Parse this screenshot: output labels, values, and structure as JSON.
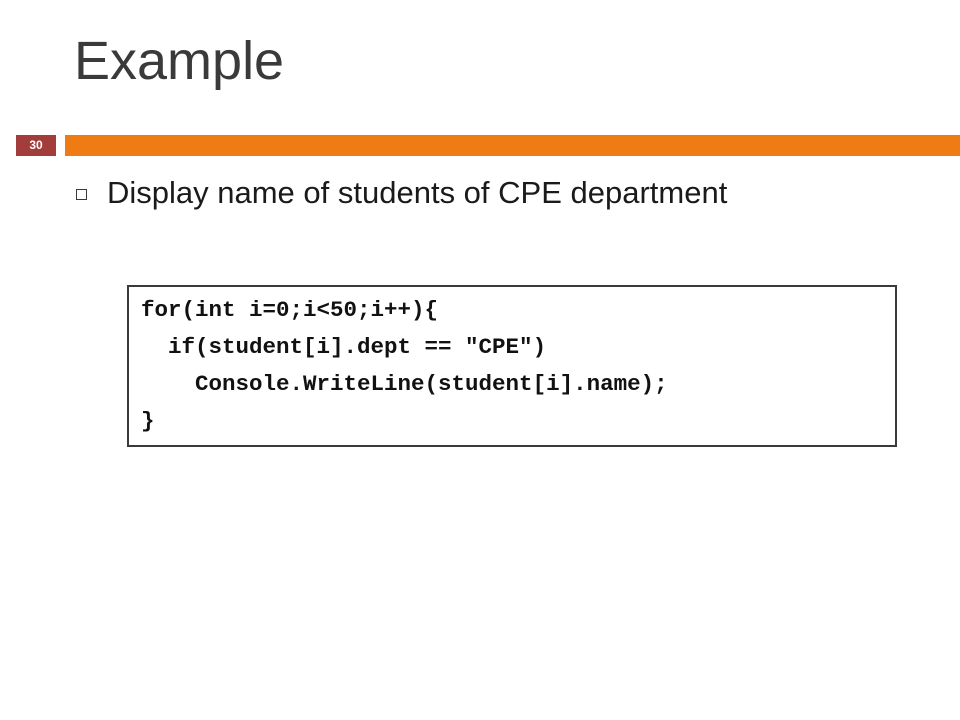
{
  "slide": {
    "title": "Example",
    "number": "30",
    "accent_color": "#ee7b13",
    "number_badge_color": "#a33d3b",
    "bullets": [
      {
        "icon": "hollow-square-bullet-icon",
        "text": "Display name of students of CPE department"
      }
    ],
    "code": {
      "lines": [
        "for(int i=0;i<50;i++){",
        "  if(student[i].dept == \"CPE\")",
        "    Console.WriteLine(student[i].name);",
        "}"
      ]
    }
  }
}
